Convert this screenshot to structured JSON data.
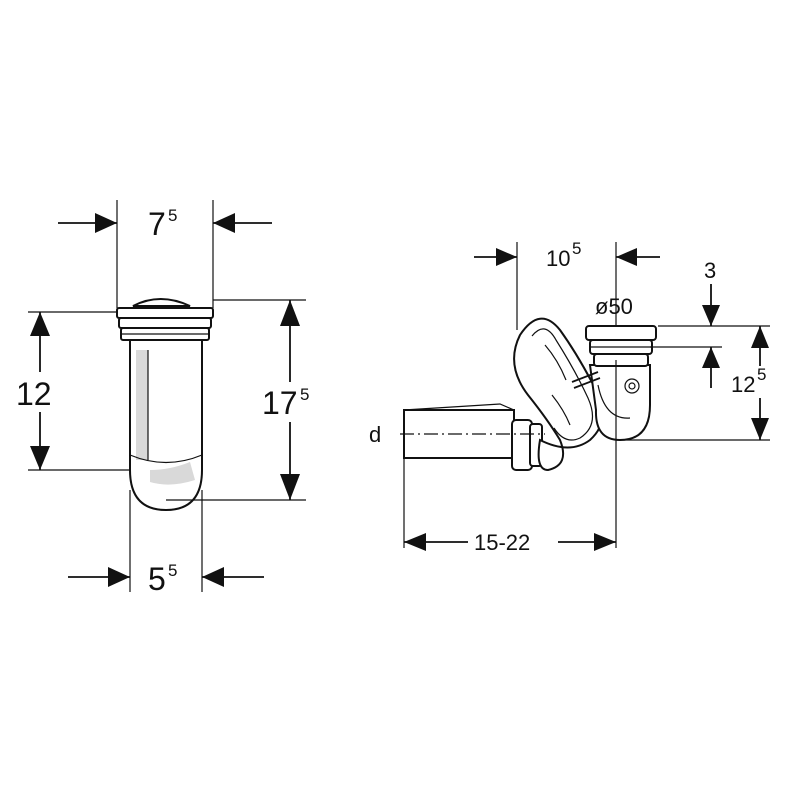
{
  "left_view": {
    "width_top": {
      "main": "7",
      "sup": "5"
    },
    "height_inner": {
      "main": "12",
      "sup": ""
    },
    "height_total": {
      "main": "17",
      "sup": "5"
    },
    "width_bottom": {
      "main": "5",
      "sup": "5"
    }
  },
  "right_view": {
    "offset_top": {
      "main": "10",
      "sup": "5"
    },
    "gap": {
      "main": "3",
      "sup": ""
    },
    "diameter": {
      "main": "ø50",
      "sup": ""
    },
    "height": {
      "main": "12",
      "sup": "5"
    },
    "outlet_label": {
      "main": "d",
      "sup": ""
    },
    "length": {
      "main": "15-22",
      "sup": ""
    }
  }
}
